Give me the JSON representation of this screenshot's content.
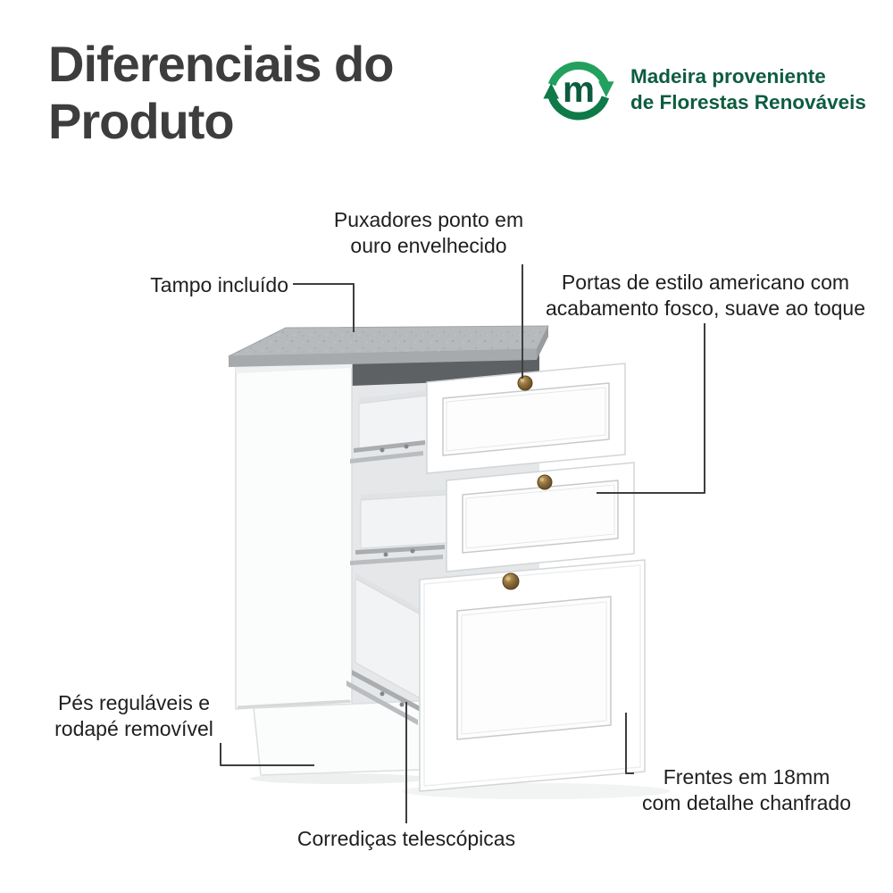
{
  "title": "Diferenciais do\nProduto",
  "badge": {
    "icon": "recycle-m-icon",
    "letter": "m",
    "text_line1": "Madeira proveniente",
    "text_line2": "de Florestas Renováveis"
  },
  "callouts": {
    "puxadores": "Puxadores ponto em\nouro envelhecido",
    "tampo": "Tampo incluído",
    "portas": "Portas de estilo americano com\nacabamento fosco, suave ao toque",
    "pes": "Pés reguláveis e\nrodapé removível",
    "frentes": "Frentes em 18mm\ncom detalhe chanfrado",
    "corredicas": "Corrediças telescópicas"
  },
  "colors": {
    "title": "#3d3d3d",
    "callout_text": "#1f1f1f",
    "leader_line": "#3e3e3e",
    "badge_green": "#0d5c3f",
    "logo_green_light": "#23a05e",
    "logo_green_dark": "#0e7a48",
    "countertop_gray": "#b7babc",
    "cabinet_white": "#ffffff",
    "knob_bronze": "#8a6a38"
  }
}
